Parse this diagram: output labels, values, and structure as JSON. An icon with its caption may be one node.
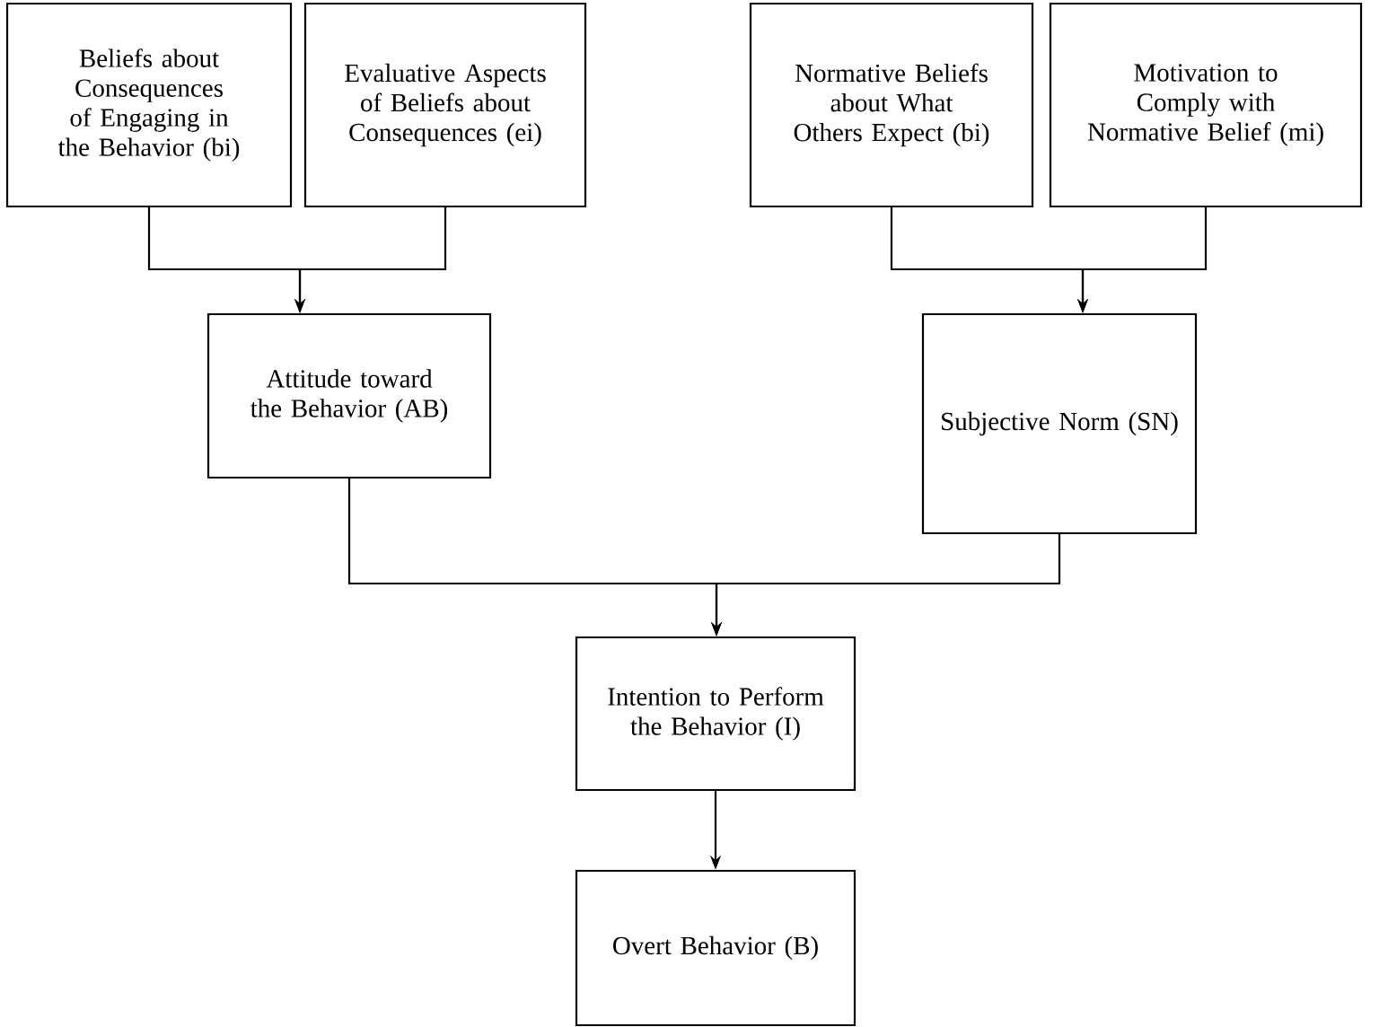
{
  "diagram": {
    "nodes": [
      {
        "text": [
          "Beliefs about Consequences of Engaging in the Behavior (bi)"
        ]
      },
      {
        "text": [
          "Evaluative Aspects of Beliefs about Consequences (ei)"
        ]
      },
      {
        "text": [
          "Normative Beliefs about What Others Expect (bi)"
        ]
      },
      {
        "text": [
          "Motivation to Comply with Normative Belief (mi)"
        ]
      },
      {
        "text": [
          "Attitude toward the Behavior (AB)"
        ]
      },
      {
        "text": [
          "Subjective Norm (SN)"
        ]
      },
      {
        "text": [
          "Intention to Perform the Behavior (I)"
        ]
      },
      {
        "text": [
          "Overt Behavior (B)"
        ]
      }
    ],
    "edges": [
      {
        "from": 0,
        "to": 4,
        "arrow": "to"
      },
      {
        "from": 1,
        "to": 4,
        "arrow": "to"
      },
      {
        "from": 2,
        "to": 5,
        "arrow": "to"
      },
      {
        "from": 3,
        "to": 5,
        "arrow": "to"
      },
      {
        "from": 4,
        "to": 6,
        "arrow": "to"
      },
      {
        "from": 5,
        "to": 6,
        "arrow": "to"
      },
      {
        "from": 6,
        "to": 7,
        "arrow": "to"
      }
    ]
  }
}
